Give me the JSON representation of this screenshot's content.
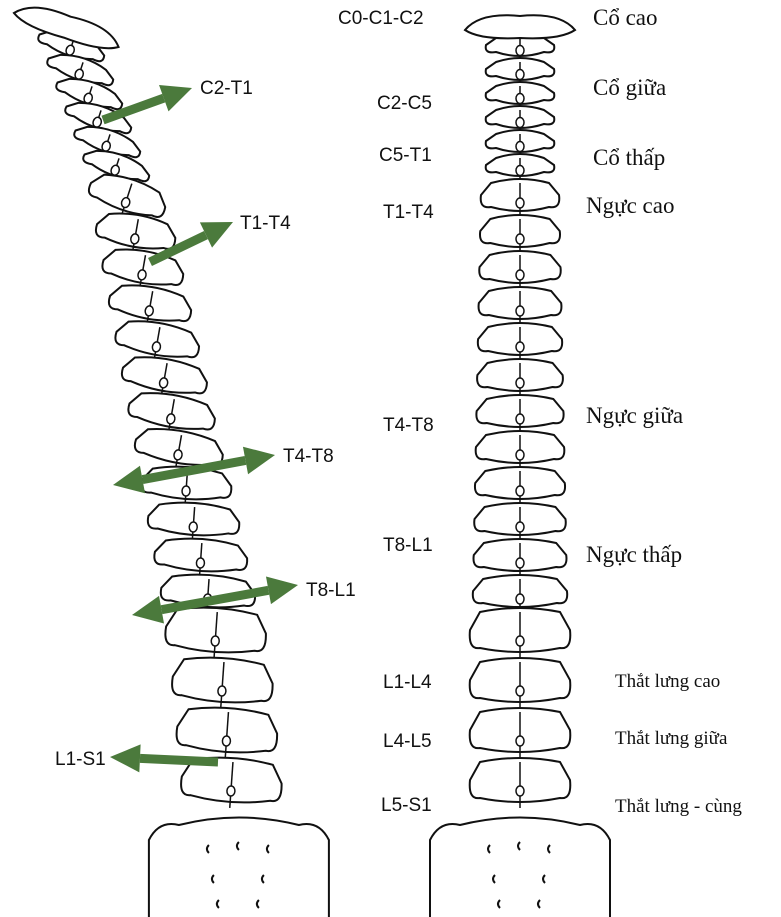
{
  "colors": {
    "arrow": "#4b7a3c",
    "line": "#111111"
  },
  "left_spine": {
    "labels": [
      "C2-T1",
      "T1-T4",
      "T4-T8",
      "T8-L1",
      "L1-S1"
    ]
  },
  "right_spine": {
    "segments": [
      "C0-C1-C2",
      "C2-C5",
      "C5-T1",
      "T1-T4",
      "T4-T8",
      "T8-L1",
      "L1-L4",
      "L4-L5",
      "L5-S1"
    ],
    "regions": [
      "Cổ cao",
      "Cổ giữa",
      "Cổ thấp",
      "Ngực cao",
      "Ngực giữa",
      "Ngực thấp",
      "Thắt lưng cao",
      "Thắt lưng giữa",
      "Thắt lưng - cùng"
    ]
  }
}
